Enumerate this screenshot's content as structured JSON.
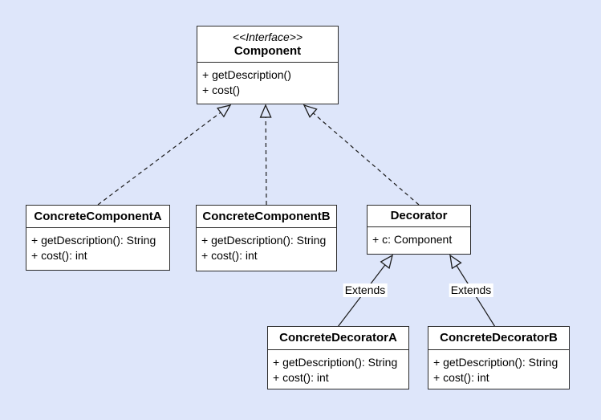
{
  "classes": [
    {
      "stereotype": "<<Interface>>",
      "name": "Component",
      "members": [
        "+ getDescription()",
        "+ cost()"
      ]
    },
    {
      "name": "ConcreteComponentA",
      "members": [
        "+ getDescription(): String",
        "+ cost(): int"
      ]
    },
    {
      "name": "ConcreteComponentB",
      "members": [
        "+ getDescription(): String",
        "+ cost(): int"
      ]
    },
    {
      "name": "Decorator",
      "members": [
        "+ c: Component"
      ]
    },
    {
      "name": "ConcreteDecoratorA",
      "members": [
        "+ getDescription(): String",
        "+ cost(): int"
      ]
    },
    {
      "name": "ConcreteDecoratorB",
      "members": [
        "+ getDescription(): String",
        "+ cost(): int"
      ]
    }
  ],
  "edges": {
    "extends_a_label": "Extends",
    "extends_b_label": "Extends"
  },
  "colors": {
    "background": "#dee6fa",
    "box_fill": "#ffffff",
    "border": "#2b2b2b",
    "line": "#1a1a1a",
    "text": "#000000"
  }
}
